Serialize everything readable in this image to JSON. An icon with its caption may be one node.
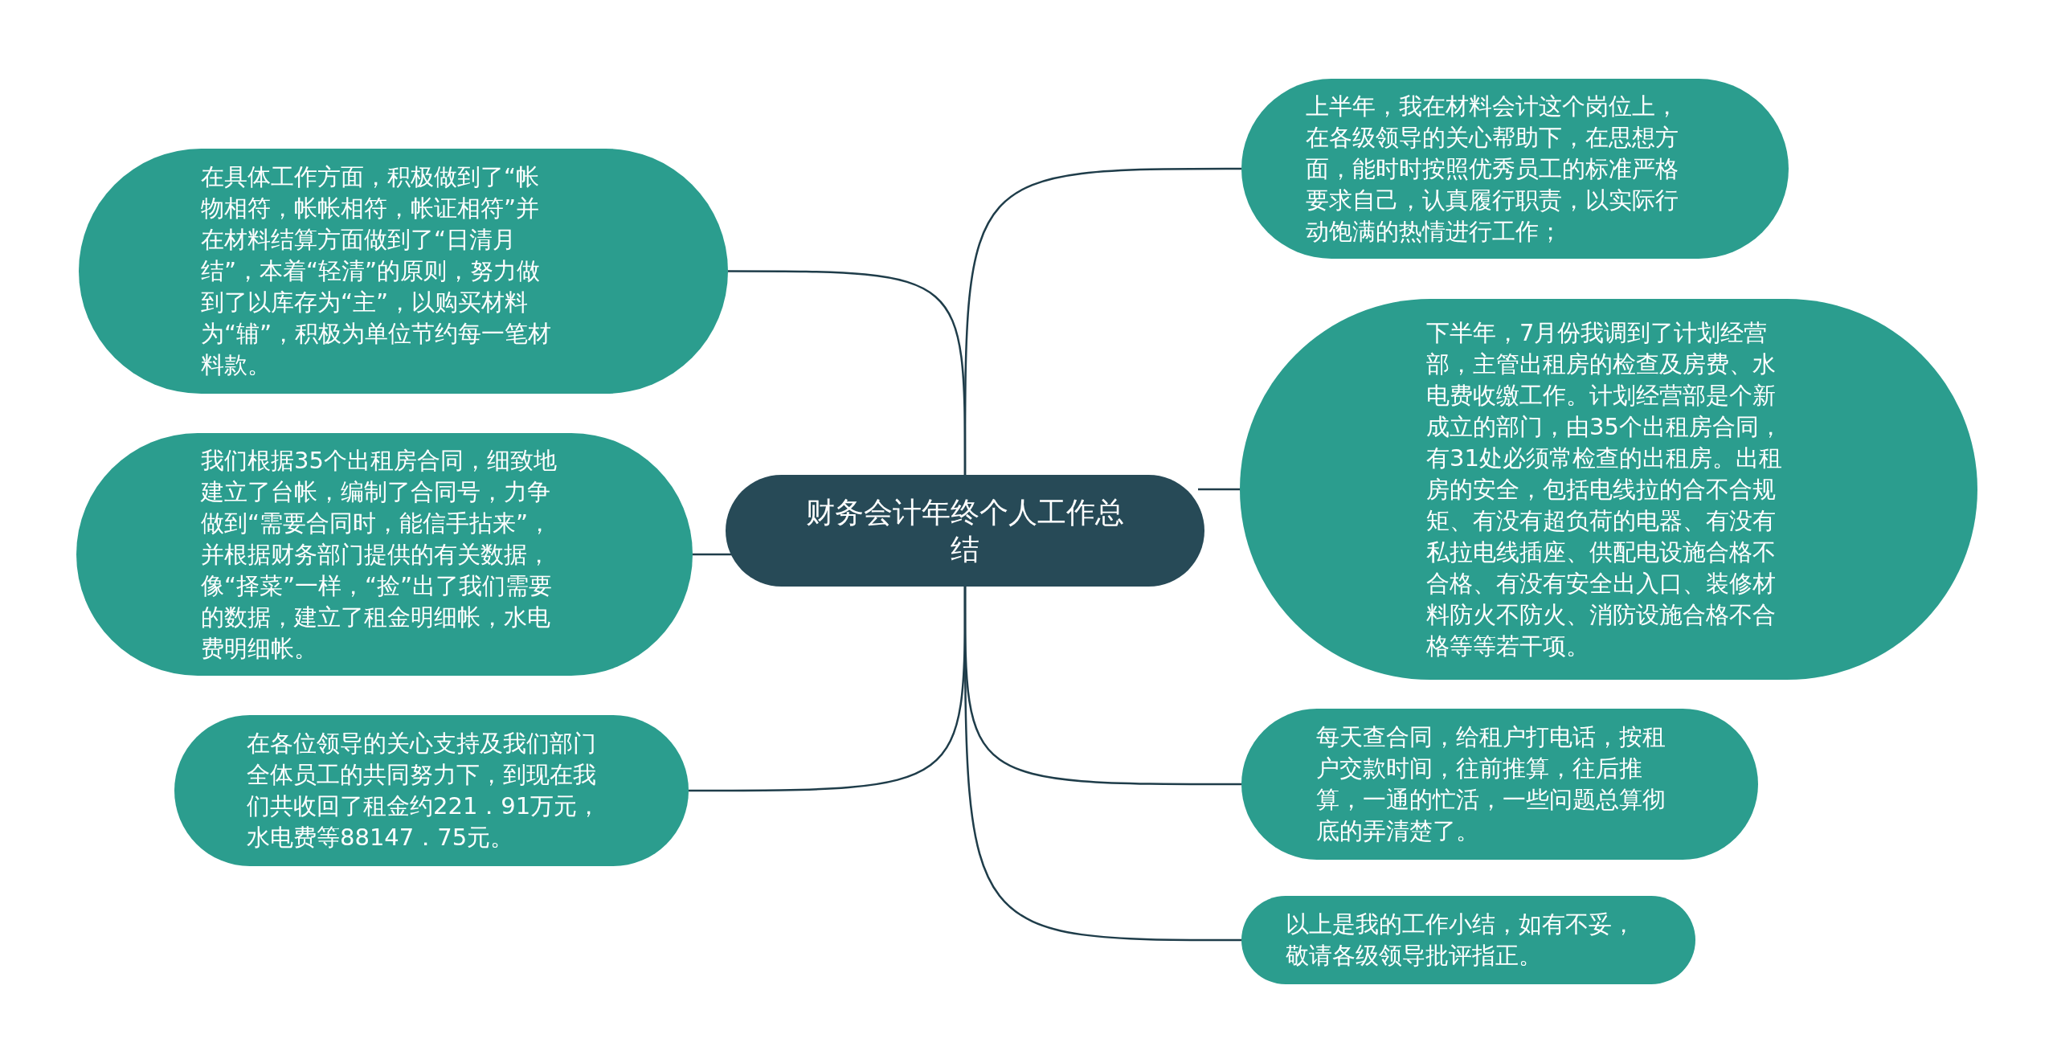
{
  "diagram": {
    "nodes": [
      {
        "text": [
          "财务会计年终个人工作总结"
        ]
      },
      {
        "text": [
          "在具体工作方面，积极做到了“帐物相符，帐帐相符，帐证相符”并在材料结算方面做到了“日清月结”，本着“轻清”的原则，努力做到了以库存为“主”，以购买材料为“辅”，积极为单位节约每一笔材料款。"
        ]
      },
      {
        "text": [
          "我们根据35个出租房合同，细致地建立了台帐，编制了合同号，力争做到“需要合同时，能信手拈来”，并根据财务部门提供的有关数据，像“择菜”一样，“捡”出了我们需要的数据，建立了租金明细帐，水电费明细帐。"
        ]
      },
      {
        "text": [
          "在各位领导的关心支持及我们部门全体员工的共同努力下，到现在我们共收回了租金约221．91万元，水电费等88147．75元。"
        ]
      },
      {
        "text": [
          "上半年，我在材料会计这个岗位上，在各级领导的关心帮助下，在思想方面，能时时按照优秀员工的标准严格要求自己，认真履行职责，以实际行动饱满的热情进行工作；"
        ]
      },
      {
        "text": [
          "下半年，7月份我调到了计划经营部，主管出租房的检查及房费、水电费收缴工作。计划经营部是个新成立的部门，由35个出租房合同，有31处必须常检查的出租房。出租房的安全，包括电线拉的合不合规矩、有没有超负荷的电器、有没有私拉电线插座、供配电设施合格不合格、有没有安全出入口、装修材料防火不防火、消防设施合格不合格等等若干项。"
        ]
      },
      {
        "text": [
          "每天查合同，给租户打电话，按租户交款时间，往前推算，往后推算，一通的忙活，一些问题总算彻底的弄清楚了。"
        ]
      },
      {
        "text": [
          "以上是我的工作小结，如有不妥，敬请各级领导批评指正。"
        ]
      }
    ],
    "edges": [
      {
        "from": 0,
        "to": 1,
        "arrow": "none"
      },
      {
        "from": 0,
        "to": 2,
        "arrow": "none"
      },
      {
        "from": 0,
        "to": 3,
        "arrow": "none"
      },
      {
        "from": 0,
        "to": 4,
        "arrow": "none"
      },
      {
        "from": 0,
        "to": 5,
        "arrow": "none"
      },
      {
        "from": 0,
        "to": 6,
        "arrow": "none"
      },
      {
        "from": 0,
        "to": 7,
        "arrow": "none"
      }
    ]
  }
}
